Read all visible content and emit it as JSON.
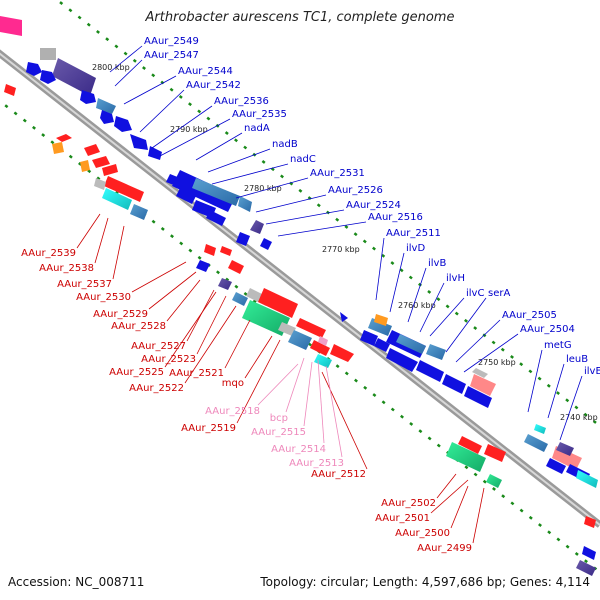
{
  "title": "Arthrobacter aurescens TC1, complete genome",
  "footer": {
    "accession": "Accession: NC_008711",
    "summary": "Topology: circular; Length: 4,597,686 bp; Genes: 4,114"
  },
  "colors": {
    "forward_gene": "#1010e0",
    "reverse_gene": "#e01010",
    "rna_gene": "#f0a0c8",
    "backbone": "#a0a0a0",
    "tick": "#1a8a1a",
    "forward_label": "#0000cc",
    "reverse_label": "#cc0000",
    "rna_label": "#ee88bb"
  },
  "scale_labels": [
    "2800 kbp",
    "2790 kbp",
    "2780 kbp",
    "2770 kbp",
    "2760 kbp",
    "2750 kbp",
    "2740 kbp"
  ],
  "forward_labels": [
    "AAur_2549",
    "AAur_2547",
    "AAur_2544",
    "AAur_2542",
    "AAur_2536",
    "AAur_2535",
    "nadA",
    "nadB",
    "nadC",
    "AAur_2531",
    "AAur_2526",
    "AAur_2524",
    "AAur_2516",
    "AAur_2511",
    "ilvD",
    "ilvB",
    "ilvH",
    "ilvC",
    "serA",
    "AAur_2505",
    "AAur_2504",
    "metG",
    "leuB",
    "ilvE"
  ],
  "reverse_labels": [
    "AAur_2539",
    "AAur_2538",
    "AAur_2537",
    "AAur_2530",
    "AAur_2529",
    "AAur_2528",
    "AAur_2527",
    "AAur_2523",
    "AAur_2525",
    "AAur_2521",
    "AAur_2522",
    "mqo",
    "AAur_2519",
    "AAur_2512",
    "AAur_2502",
    "AAur_2501",
    "AAur_2500",
    "AAur_2499"
  ],
  "rna_labels": [
    "AAur_2518",
    "bcp",
    "AAur_2515",
    "AAur_2514",
    "AAur_2513"
  ]
}
